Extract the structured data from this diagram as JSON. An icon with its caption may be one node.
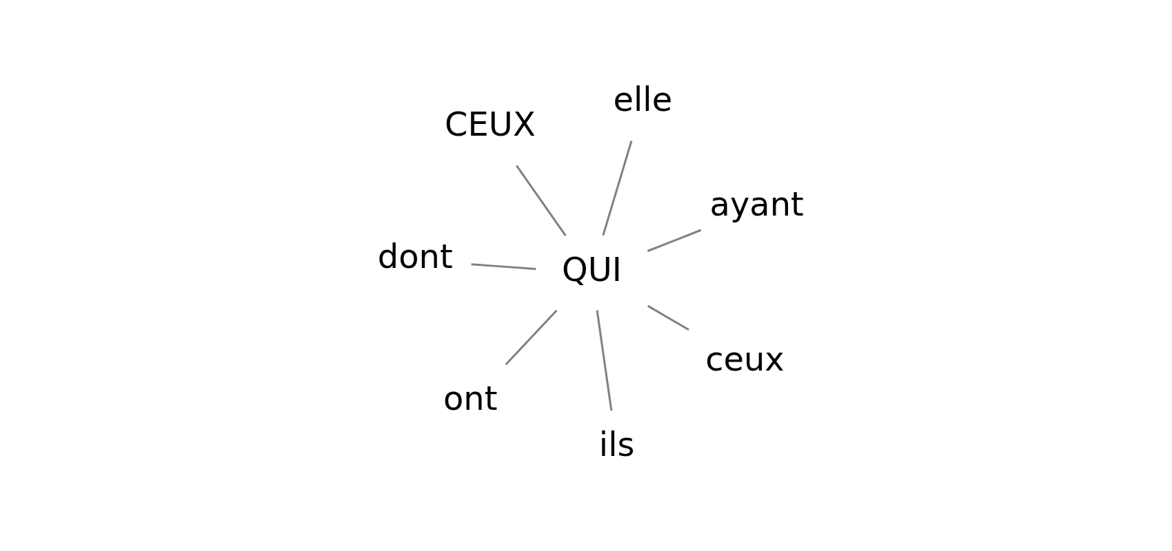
{
  "diagram": {
    "nodes": [
      {
        "text": [
          "CEUX"
        ]
      },
      {
        "text": [
          "ayant"
        ]
      },
      {
        "text": [
          "ils"
        ]
      },
      {
        "text": [
          "QUI"
        ]
      },
      {
        "text": [
          "elle"
        ]
      },
      {
        "text": [
          "dont"
        ]
      },
      {
        "text": [
          "ont"
        ]
      },
      {
        "text": [
          "ceux"
        ]
      }
    ],
    "edges": [
      {
        "from": 3,
        "to": 0,
        "arrow": "none"
      },
      {
        "from": 3,
        "to": 1,
        "arrow": "none"
      },
      {
        "from": 3,
        "to": 2,
        "arrow": "none"
      },
      {
        "from": 3,
        "to": 4,
        "arrow": "none"
      },
      {
        "from": 3,
        "to": 5,
        "arrow": "none"
      },
      {
        "from": 3,
        "to": 6,
        "arrow": "none"
      },
      {
        "from": 3,
        "to": 7,
        "arrow": "none"
      }
    ]
  }
}
